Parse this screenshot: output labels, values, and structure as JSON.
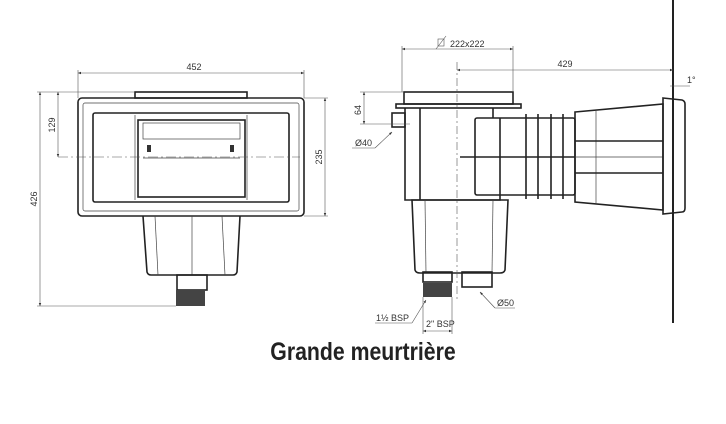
{
  "title": "Grande meurtrière",
  "front_view": {
    "width_dim": "452",
    "height_dim": "426",
    "axis_dim": "129",
    "frame_height_dim": "235"
  },
  "side_view": {
    "flange_dim": "222x222",
    "depth_dim": "429",
    "angle_dim": "1°",
    "inlet_height_dim": "64",
    "inlet_diameter": "Ø40",
    "outlet_diameter": "Ø50",
    "thread_small": "1½ BSP",
    "thread_large": "2\" BSP"
  }
}
